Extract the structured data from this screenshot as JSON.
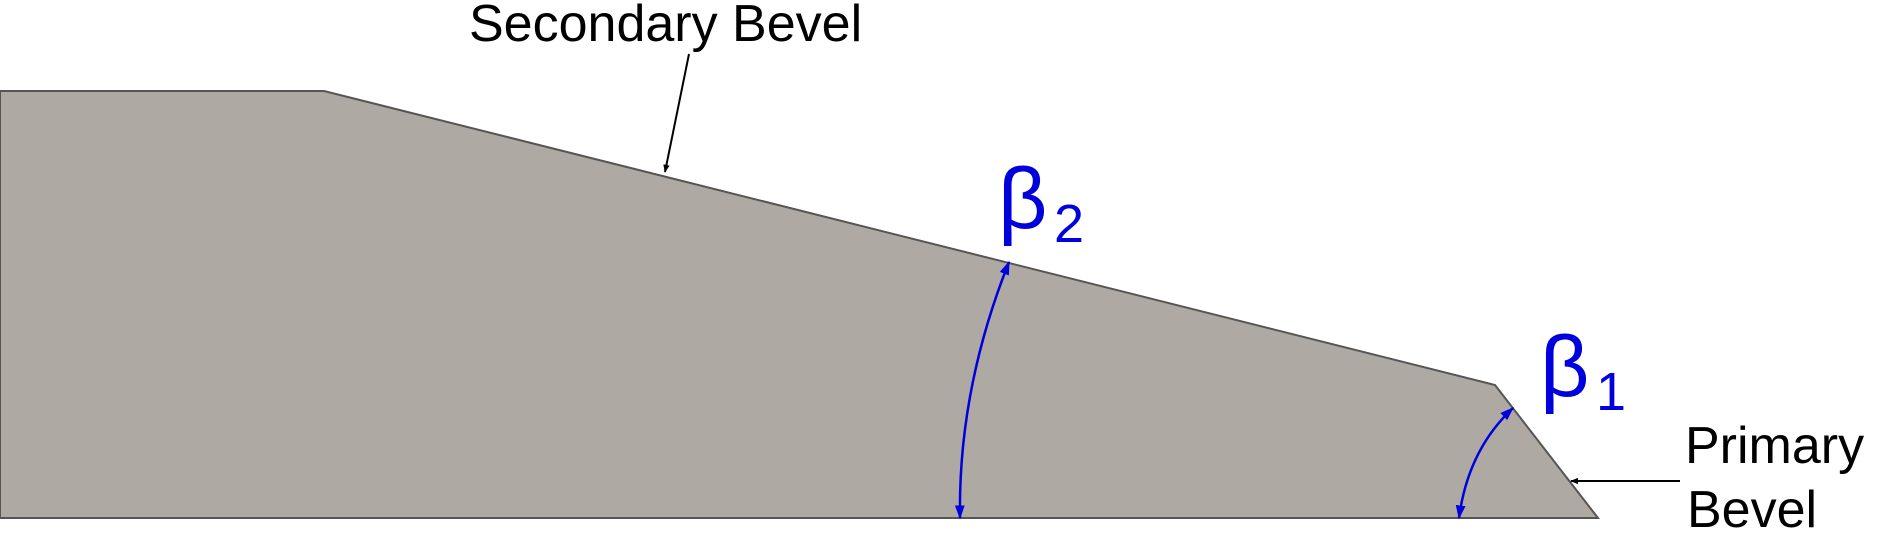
{
  "labels": {
    "secondary_bevel": "Secondary Bevel",
    "primary_bevel_line1": "Primary",
    "primary_bevel_line2": "Bevel",
    "beta2_symbol": "β",
    "beta2_subscript": "2",
    "beta1_symbol": "β",
    "beta1_subscript": "1"
  },
  "colors": {
    "blade_fill": "#aeaaa3",
    "blade_outline": "#555555",
    "angle_color": "#0000dd",
    "text_color": "#000000",
    "background": "#ffffff"
  }
}
